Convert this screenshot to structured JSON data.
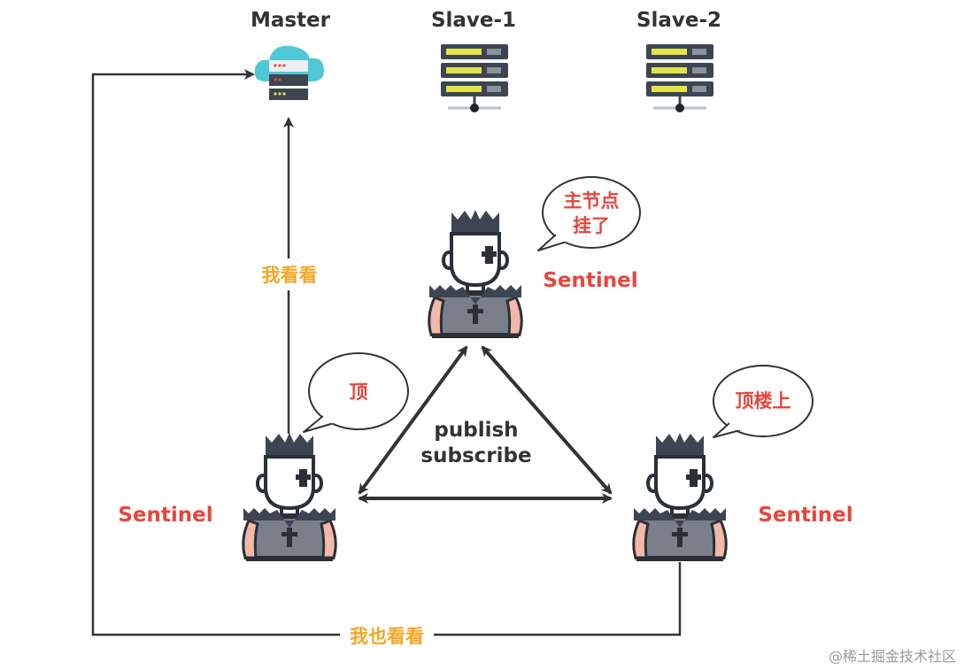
{
  "nodes": {
    "master": {
      "title": "Master"
    },
    "slave1": {
      "title": "Slave-1"
    },
    "slave2": {
      "title": "Slave-2"
    }
  },
  "sentinels": {
    "top": {
      "label": "Sentinel",
      "bubble_lines": [
        "主节点",
        "挂了"
      ]
    },
    "left": {
      "label": "Sentinel",
      "bubble_lines": [
        "顶"
      ]
    },
    "right": {
      "label": "Sentinel",
      "bubble_lines": [
        "顶楼上"
      ]
    }
  },
  "edges": {
    "left_to_master": "我看看",
    "right_to_master": "我也看看"
  },
  "center": {
    "line1": "publish",
    "line2": "subscribe"
  },
  "watermark": "@稀土掘金技术社区",
  "colors": {
    "sentinel_red": "#e8453c",
    "edge_orange": "#f5a623",
    "line_dark": "#333333",
    "server_dark": "#3d4552",
    "server_yellow": "#e4e44a",
    "cloud_teal": "#4ec8d4"
  },
  "icons": {
    "master": "cloud-server-icon",
    "slaves": "server-rack-icon",
    "sentinels": "sentinel-guard-icon",
    "bubbles": "speech-bubble-icon"
  }
}
